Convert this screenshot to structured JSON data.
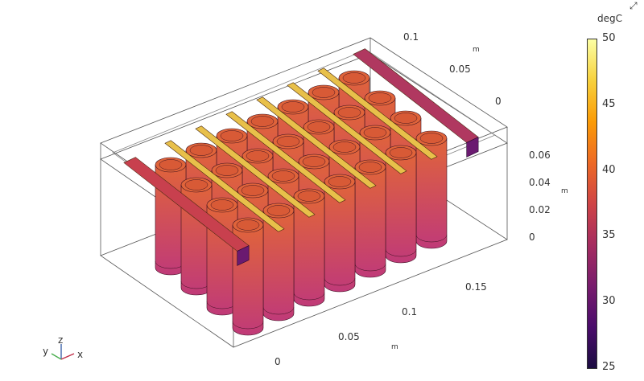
{
  "chart_data": {
    "type": "heatmap",
    "description_kind": "3d-surface-temperature",
    "colorbar": {
      "unit": "degC",
      "range": [
        25,
        50
      ],
      "ticks": [
        "25",
        "30",
        "35",
        "40",
        "45",
        "50"
      ],
      "colormap": [
        "#1b0c41",
        "#4a0c6b",
        "#781c6d",
        "#a52c60",
        "#cf4446",
        "#ed6925",
        "#fb9b06",
        "#f7d13d",
        "#fcffa4"
      ]
    },
    "x_axis": {
      "unit": "m",
      "ticks": [
        "0",
        "0.05",
        "0.1",
        "0.15"
      ]
    },
    "y_axis": {
      "unit": "m",
      "ticks": [
        "0",
        "0.05",
        "0.1"
      ]
    },
    "z_axis": {
      "unit": "m",
      "ticks": [
        "0",
        "0.02",
        "0.04",
        "0.06"
      ]
    },
    "triad": {
      "x": "x",
      "y": "y",
      "z": "z"
    }
  },
  "colors": {
    "cell_top": "#e0643a",
    "cell_bottom": "#c03a78",
    "busbar": "#e8c04a",
    "endplate": "#c8404e"
  }
}
